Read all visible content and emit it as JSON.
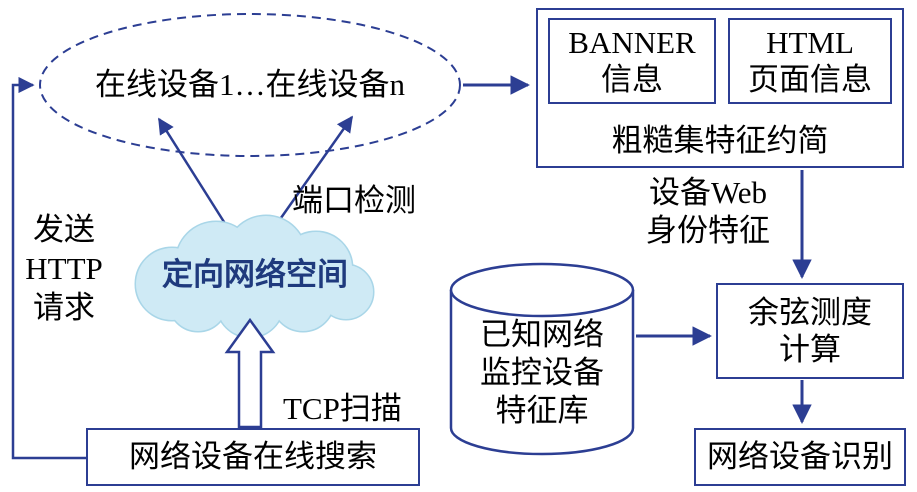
{
  "colors": {
    "stroke": "#2c3e93",
    "cloud_fill": "#cfeaf5",
    "cloud_edge": "#a9d6e8",
    "cloud_text": "#1f3a7d",
    "text": "#000000"
  },
  "nodes": {
    "online_devices": "在线设备1…在线设备n",
    "banner_info": "BANNER\n信息",
    "html_info": "HTML\n页面信息",
    "rough_set": "粗糙集特征约简",
    "web_identity": "设备Web\n身份特征",
    "cosine": "余弦测度\n计算",
    "recognition": "网络设备识别",
    "feature_db": "已知网络\n监控设备\n特征库",
    "cloud": "定向网络空间",
    "search_box": "网络设备在线搜索"
  },
  "edges": {
    "port_detect": "端口检测",
    "tcp_scan": "TCP扫描",
    "http_request": "发送\nHTTP\n请求"
  }
}
